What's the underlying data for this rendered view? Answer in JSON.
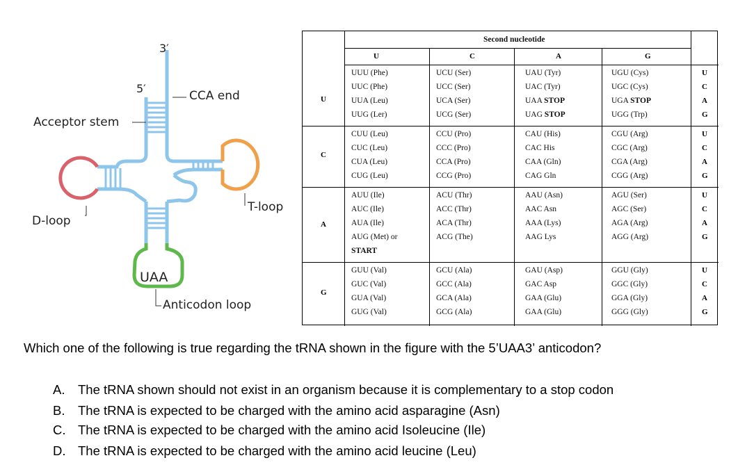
{
  "diagram": {
    "labels": {
      "three_prime": "3′",
      "five_prime": "5′",
      "cca_end": "CCA end",
      "acceptor_stem": "Acceptor stem",
      "d_loop": "D-loop",
      "t_loop": "T-loop",
      "anticodon": "UAA",
      "anticodon_loop": "Anticodon loop"
    },
    "colors": {
      "stem": "#8ec5ea",
      "d_loop": "#d9626a",
      "t_loop": "#f0a04a",
      "anticodon_loop": "#5fb84c",
      "leader": "#333333"
    }
  },
  "codon_table": {
    "title": "Second nucleotide",
    "second_nucleotides": [
      "U",
      "C",
      "A",
      "G"
    ],
    "first_nucleotides": [
      "U",
      "C",
      "A",
      "G"
    ],
    "third_nucleotides": [
      "U",
      "C",
      "A",
      "G"
    ],
    "blocks": [
      {
        "first": "U",
        "cols": [
          [
            "UUU (Phe)",
            "UUC (Phe)",
            "UUA (Leu)",
            "UUG (Ler)"
          ],
          [
            "UCU (Ser)",
            "UCC (Ser)",
            "UCA (Ser)",
            "UCG (Ser)"
          ],
          [
            "UAU (Tyr)",
            "UAC (Tyr)",
            "UAA STOP",
            "UAG STOP"
          ],
          [
            "UGU (Cys)",
            "UGC (Cys)",
            "UGA STOP",
            "UGG (Trp)"
          ]
        ]
      },
      {
        "first": "C",
        "cols": [
          [
            "CUU (Leu)",
            "CUC (Leu)",
            "CUA (Leu)",
            "CUG (Leu)"
          ],
          [
            "CCU (Pro)",
            "CCC (Pro)",
            "CCA (Pro)",
            "CCG (Pro)"
          ],
          [
            "CAU (His)",
            "CAC His",
            "CAA (Gln)",
            "CAG Gln"
          ],
          [
            "CGU (Arg)",
            "CGC (Arg)",
            "CGA (Arg)",
            "CGG (Arg)"
          ]
        ]
      },
      {
        "first": "A",
        "cols": [
          [
            "AUU (Ile)",
            "AUC (Ile)",
            "AUA (Ile)",
            "AUG (Met) or",
            "START"
          ],
          [
            "ACU (Thr)",
            "ACC (Thr)",
            "ACA (Thr)",
            "ACG (The)"
          ],
          [
            "AAU (Asn)",
            "AAC Asn",
            "AAA (Lys)",
            "AAG Lys"
          ],
          [
            "AGU (Ser)",
            "AGC (Ser)",
            "AGA (Arg)",
            "AGG (Arg)"
          ]
        ]
      },
      {
        "first": "G",
        "cols": [
          [
            "GUU (Val)",
            "GUC (Val)",
            "GUA (Val)",
            "GUG (Val)"
          ],
          [
            "GCU (Ala)",
            "GCC (Ala)",
            "GCA (Ala)",
            "GCG (Ala)"
          ],
          [
            "GAU (Asp)",
            "GAC Asp",
            "GAA (Glu)",
            "GAA (Glu)"
          ],
          [
            "GGU (Gly)",
            "GGC (Gly)",
            "GGA (Gly)",
            "GGG (Gly)"
          ]
        ]
      }
    ]
  },
  "question": "Which one of the following is true regarding the tRNA shown in the figure with the 5’UAA3’ anticodon?",
  "options": [
    {
      "letter": "A.",
      "text": "The tRNA shown should not exist in an organism because it is complementary to a stop codon"
    },
    {
      "letter": "B.",
      "text": "The tRNA is expected to be charged with the amino acid asparagine (Asn)"
    },
    {
      "letter": "C.",
      "text": "The tRNA is expected to be charged with the amino acid Isoleucine (Ile)"
    },
    {
      "letter": "D.",
      "text": "The tRNA is expected to be charged with the amino acid leucine (Leu)"
    }
  ]
}
